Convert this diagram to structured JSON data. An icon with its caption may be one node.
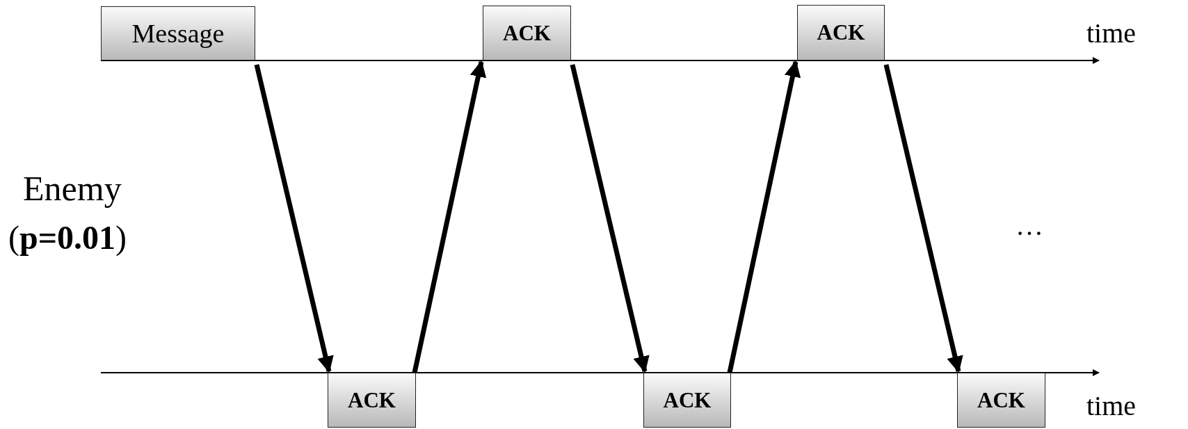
{
  "diagram": {
    "nodes": [
      {
        "text": [
          "Message"
        ]
      },
      {
        "text": [
          "ACK"
        ]
      },
      {
        "text": [
          "ACK"
        ]
      },
      {
        "text": [
          "ACK"
        ]
      },
      {
        "text": [
          "ACK"
        ]
      },
      {
        "text": [
          "ACK"
        ]
      }
    ],
    "edges": [
      {
        "from": 0,
        "to": 3,
        "arrow": "to"
      },
      {
        "from": 3,
        "to": 1,
        "arrow": "to"
      },
      {
        "from": 1,
        "to": 4,
        "arrow": "to"
      },
      {
        "from": 4,
        "to": 2,
        "arrow": "to"
      },
      {
        "from": 2,
        "to": 5,
        "arrow": "to"
      }
    ],
    "labels": [
      "time",
      "Enemy",
      "(**p=0.01**)",
      "…",
      "time"
    ]
  }
}
